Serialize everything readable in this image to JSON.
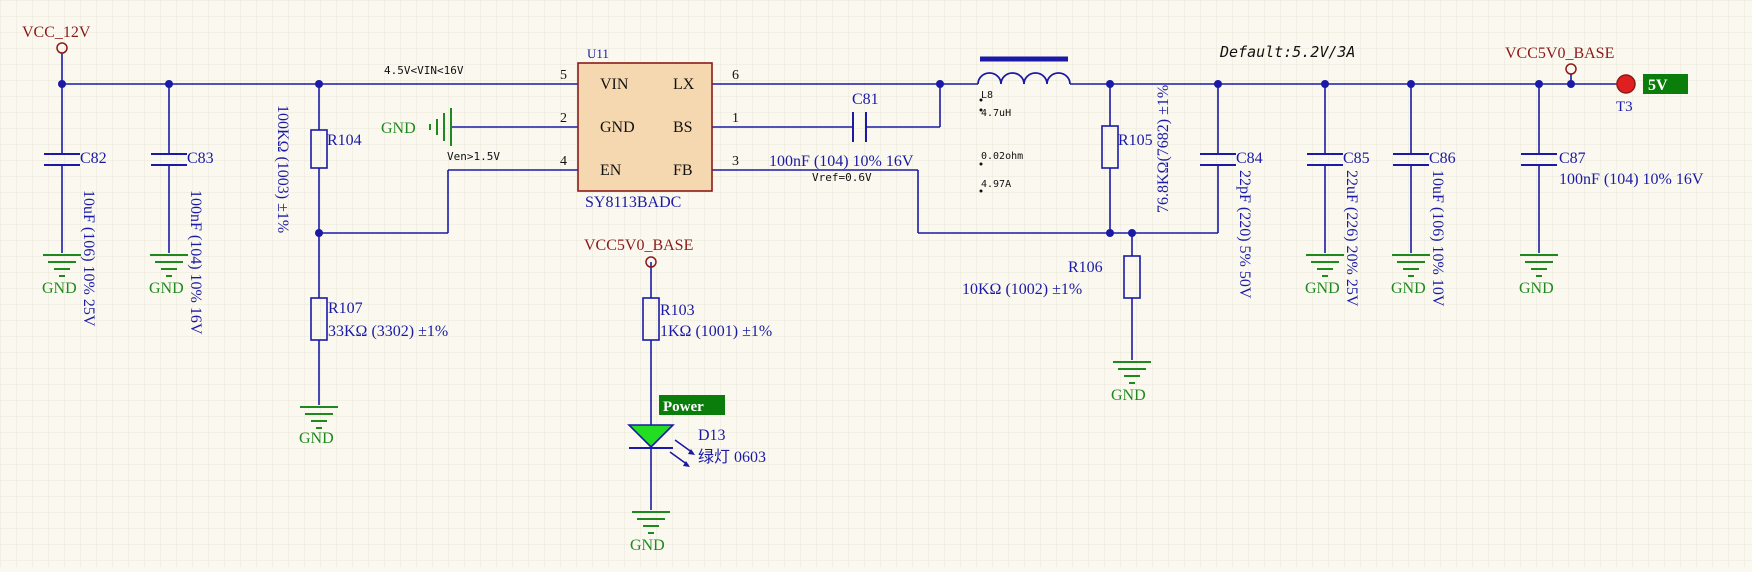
{
  "schematic": {
    "nets": {
      "vcc12": "VCC_12V",
      "vcc5_top": "VCC5V0_BASE",
      "vcc5_led": "VCC5V0_BASE",
      "gnd": "GND",
      "out_port": "5V",
      "power_label": "Power"
    },
    "notes": {
      "vin_range": "4.5V<VIN<16V",
      "ven": "Ven>1.5V",
      "vref": "Vref=0.6V",
      "default_out": "Default:5.2V/3A"
    },
    "ic": {
      "ref": "U11",
      "part": "SY8113BADC",
      "pins_left": [
        {
          "num": "5",
          "name": "VIN"
        },
        {
          "num": "2",
          "name": "GND"
        },
        {
          "num": "4",
          "name": "EN"
        }
      ],
      "pins_right": [
        {
          "num": "6",
          "name": "LX"
        },
        {
          "num": "1",
          "name": "BS"
        },
        {
          "num": "3",
          "name": "FB"
        }
      ]
    },
    "inductor": {
      "ref": "L8",
      "value": "4.7uH",
      "dcr": "0.02ohm",
      "current": "4.97A"
    },
    "capacitors": {
      "C82": {
        "ref": "C82",
        "value": "10uF (106) 10% 25V"
      },
      "C83": {
        "ref": "C83",
        "value": "100nF (104) 10% 16V"
      },
      "C81": {
        "ref": "C81",
        "value": "100nF (104) 10% 16V"
      },
      "C84": {
        "ref": "C84",
        "value": "22pF (220) 5% 50V"
      },
      "C85": {
        "ref": "C85",
        "value": "22uF (226) 20% 25V"
      },
      "C86": {
        "ref": "C86",
        "value": "10uF (106) 10% 10V"
      },
      "C87": {
        "ref": "C87",
        "value": "100nF (104) 10% 16V"
      }
    },
    "resistors": {
      "R104": {
        "ref": "R104",
        "value": "100KΩ (1003) ±1%"
      },
      "R107": {
        "ref": "R107",
        "value": "33KΩ (3302) ±1%"
      },
      "R103": {
        "ref": "R103",
        "value": "1KΩ (1001) ±1%"
      },
      "R105": {
        "ref": "R105",
        "value": "76.8KΩ(7682) ±1%"
      },
      "R106": {
        "ref": "R106",
        "value": "10KΩ (1002) ±1%"
      }
    },
    "led": {
      "ref": "D13",
      "value": "绿灯 0603"
    },
    "testpoint": {
      "ref": "T3"
    },
    "colors": {
      "wire": "#1a1aa6",
      "net_label": "#8b1a1a",
      "gnd_label": "#1e8a1e",
      "port_fill": "#0a7d0a",
      "led_fill": "#22dd22",
      "testpoint": "#e02020",
      "grid": "#e9e6d8"
    }
  }
}
